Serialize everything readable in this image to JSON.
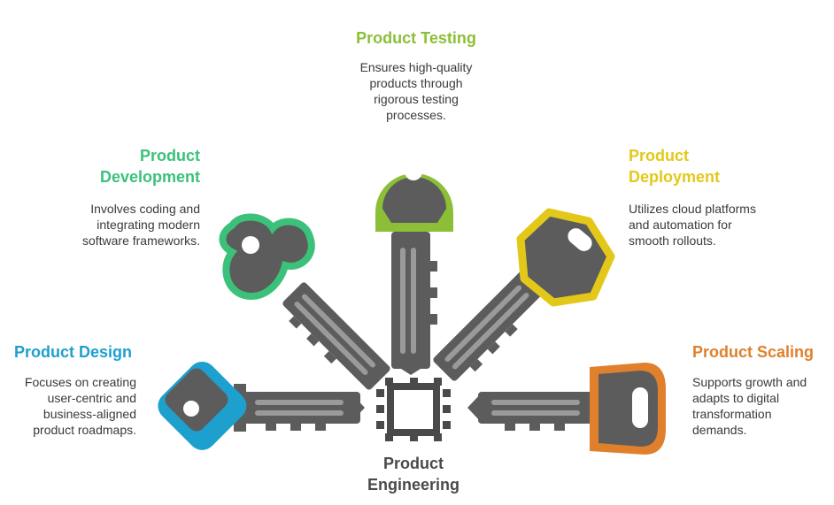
{
  "center": {
    "title_line1": "Product",
    "title_line2": "Engineering"
  },
  "items": [
    {
      "key": "design",
      "title_line1": "Product Design",
      "title_line2": "",
      "desc": [
        "Focuses on creating",
        "user-centric and",
        "business-aligned",
        "product roadmaps."
      ],
      "color": "#1ea0cf"
    },
    {
      "key": "development",
      "title_line1": "Product",
      "title_line2": "Development",
      "desc": [
        "Involves coding and",
        "integrating modern",
        "software frameworks."
      ],
      "color": "#3cc17a"
    },
    {
      "key": "testing",
      "title_line1": "Product Testing",
      "title_line2": "",
      "desc": [
        "Ensures high-quality",
        "products through",
        "rigorous testing",
        "processes."
      ],
      "color": "#8cbf37"
    },
    {
      "key": "deployment",
      "title_line1": "Product",
      "title_line2": "Deployment",
      "desc": [
        "Utilizes cloud platforms",
        "and automation for",
        "smooth rollouts."
      ],
      "color": "#e3c81a"
    },
    {
      "key": "scaling",
      "title_line1": "Product Scaling",
      "title_line2": "",
      "desc": [
        "Supports growth and",
        "adapts to digital",
        "transformation",
        "demands."
      ],
      "color": "#e0802c"
    }
  ],
  "icons": {
    "center": "chip-icon",
    "keys": "key-icon"
  },
  "colors": {
    "key_body": "#5c5c5c",
    "key_light": "#9a9a9a",
    "text": "#3a3a3a"
  }
}
